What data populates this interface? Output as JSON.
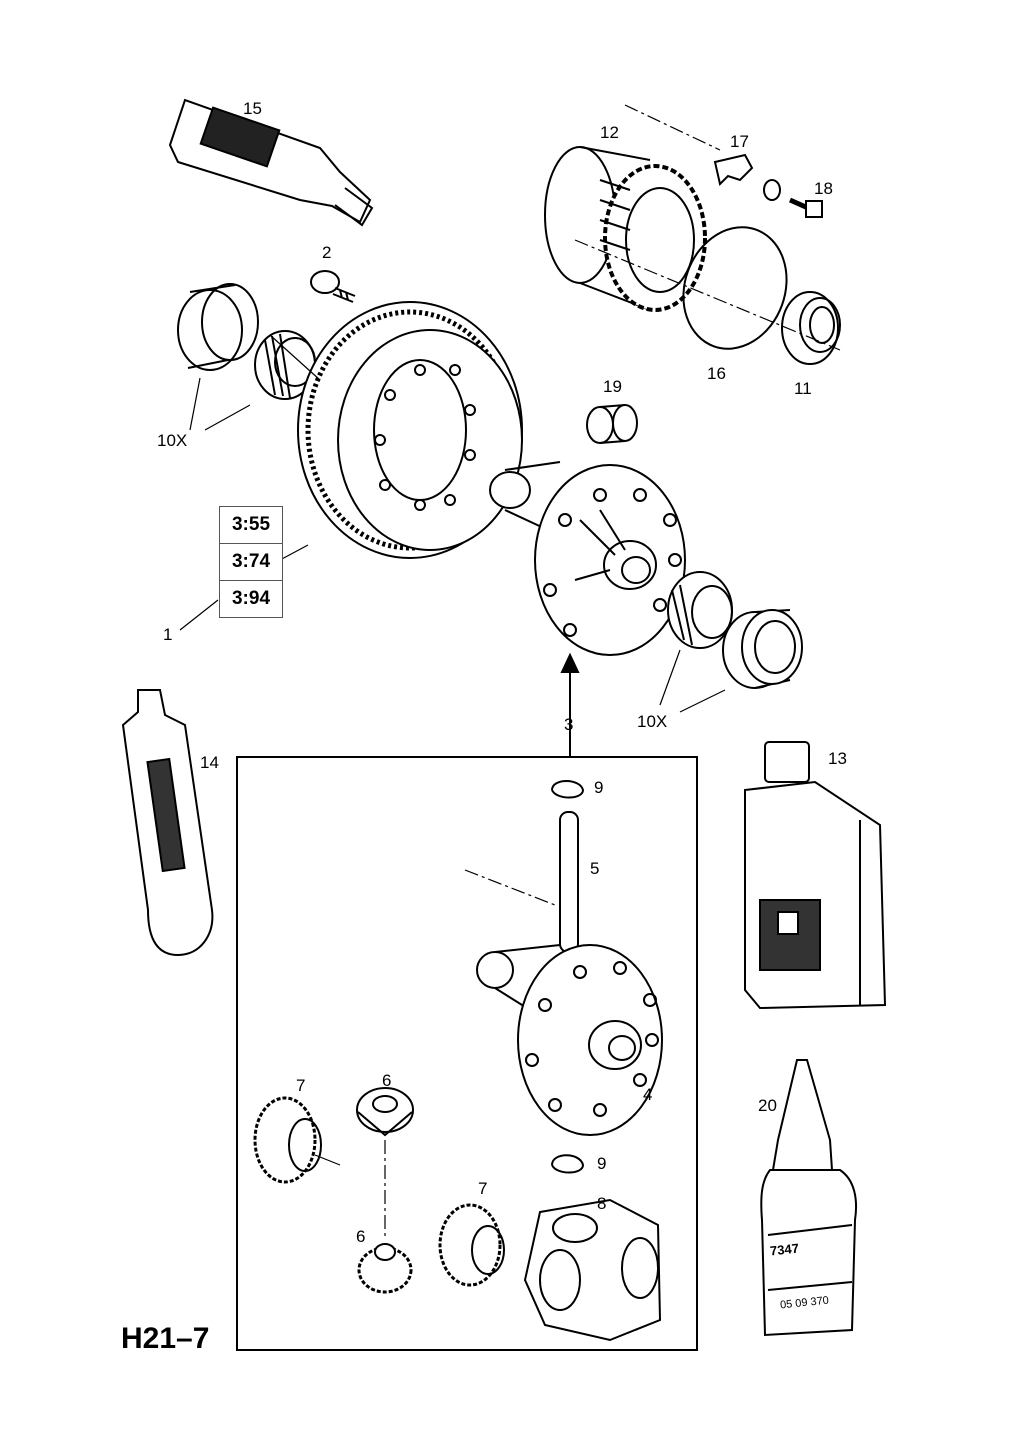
{
  "figure_id": "H21–7",
  "callouts": {
    "c1": "1",
    "c2": "2",
    "c3": "3",
    "c4": "4",
    "c5": "5",
    "c6a": "6",
    "c6b": "6",
    "c7a": "7",
    "c7b": "7",
    "c8": "8",
    "c9a": "9",
    "c9b": "9",
    "c10a": "10X",
    "c10b": "10X",
    "c11": "11",
    "c12": "12",
    "c13": "13",
    "c14": "14",
    "c15": "15",
    "c16": "16",
    "c17": "17",
    "c18": "18",
    "c19": "19",
    "c20": "20"
  },
  "ratios": [
    "3:55",
    "3:74",
    "3:94"
  ],
  "packaging": {
    "bottle_20_code": "7347",
    "bottle_20_sub": "05 09 370"
  }
}
